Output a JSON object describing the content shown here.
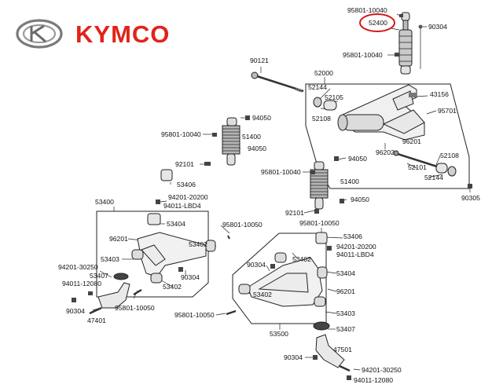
{
  "brand": {
    "name": "KYMCO",
    "color": "#e2231a",
    "logo_icon": "kymco-emblem-icon"
  },
  "highlight_color": "#d11a1a",
  "labels": {
    "p95801_10040_a": "95801-10040",
    "p52400": "52400",
    "p90304_a": "90304",
    "p95801_10040_b": "95801-10040",
    "p90121": "90121",
    "p52000": "52000",
    "p52144_a": "52144",
    "p52105": "52105",
    "p43156": "43156",
    "p52108_a": "52108",
    "p95701": "95701",
    "p94050_a": "94050",
    "p95801_10040_c": "95801-10040",
    "p51400_a": "51400",
    "p94050_b": "94050",
    "p96201_a": "96201",
    "p96202": "96202",
    "p52108_b": "52108",
    "p92101_a": "92101",
    "p52101": "52101",
    "p52144_b": "52144",
    "p94050_c": "94050",
    "p53406_a": "53406",
    "p95801_10040_d": "95801-10040",
    "p51400_b": "51400",
    "p90305": "90305",
    "p53400": "53400",
    "p94201_20200_a": "94201-20200",
    "p94011_LBD4_a": "94011-LBD4",
    "p94050_d": "94050",
    "p92101_b": "92101",
    "p53404_a": "53404",
    "p95801_10050_a": "95801-10050",
    "p96201_b": "96201",
    "p53402_a": "53402",
    "p53403_a": "53403",
    "p94201_30250_a": "94201-30250",
    "p94011_12080_a": "94011-12080",
    "p53407_a": "53407",
    "p90304_b": "90304",
    "p53402_b": "53402",
    "p90304_c": "90304",
    "p47401": "47401",
    "p95801_10050_b": "95801-10050",
    "p95801_10050_c": "95801-10050",
    "p53406_b": "53406",
    "p94201_20200_b": "94201-20200",
    "p94011_LBD4_b": "94011-LBD4",
    "p53402_c": "53402",
    "p90304_d": "90304",
    "p53404_b": "53404",
    "p96201_c": "96201",
    "p53402_d": "53402",
    "p95801_10050_d": "95801-10050",
    "p53403_b": "53403",
    "p53500": "53500",
    "p53407_b": "53407",
    "p47501": "47501",
    "p90304_e": "90304",
    "p94201_30250_b": "94201-30250",
    "p94011_12080_b": "94011-12080"
  }
}
